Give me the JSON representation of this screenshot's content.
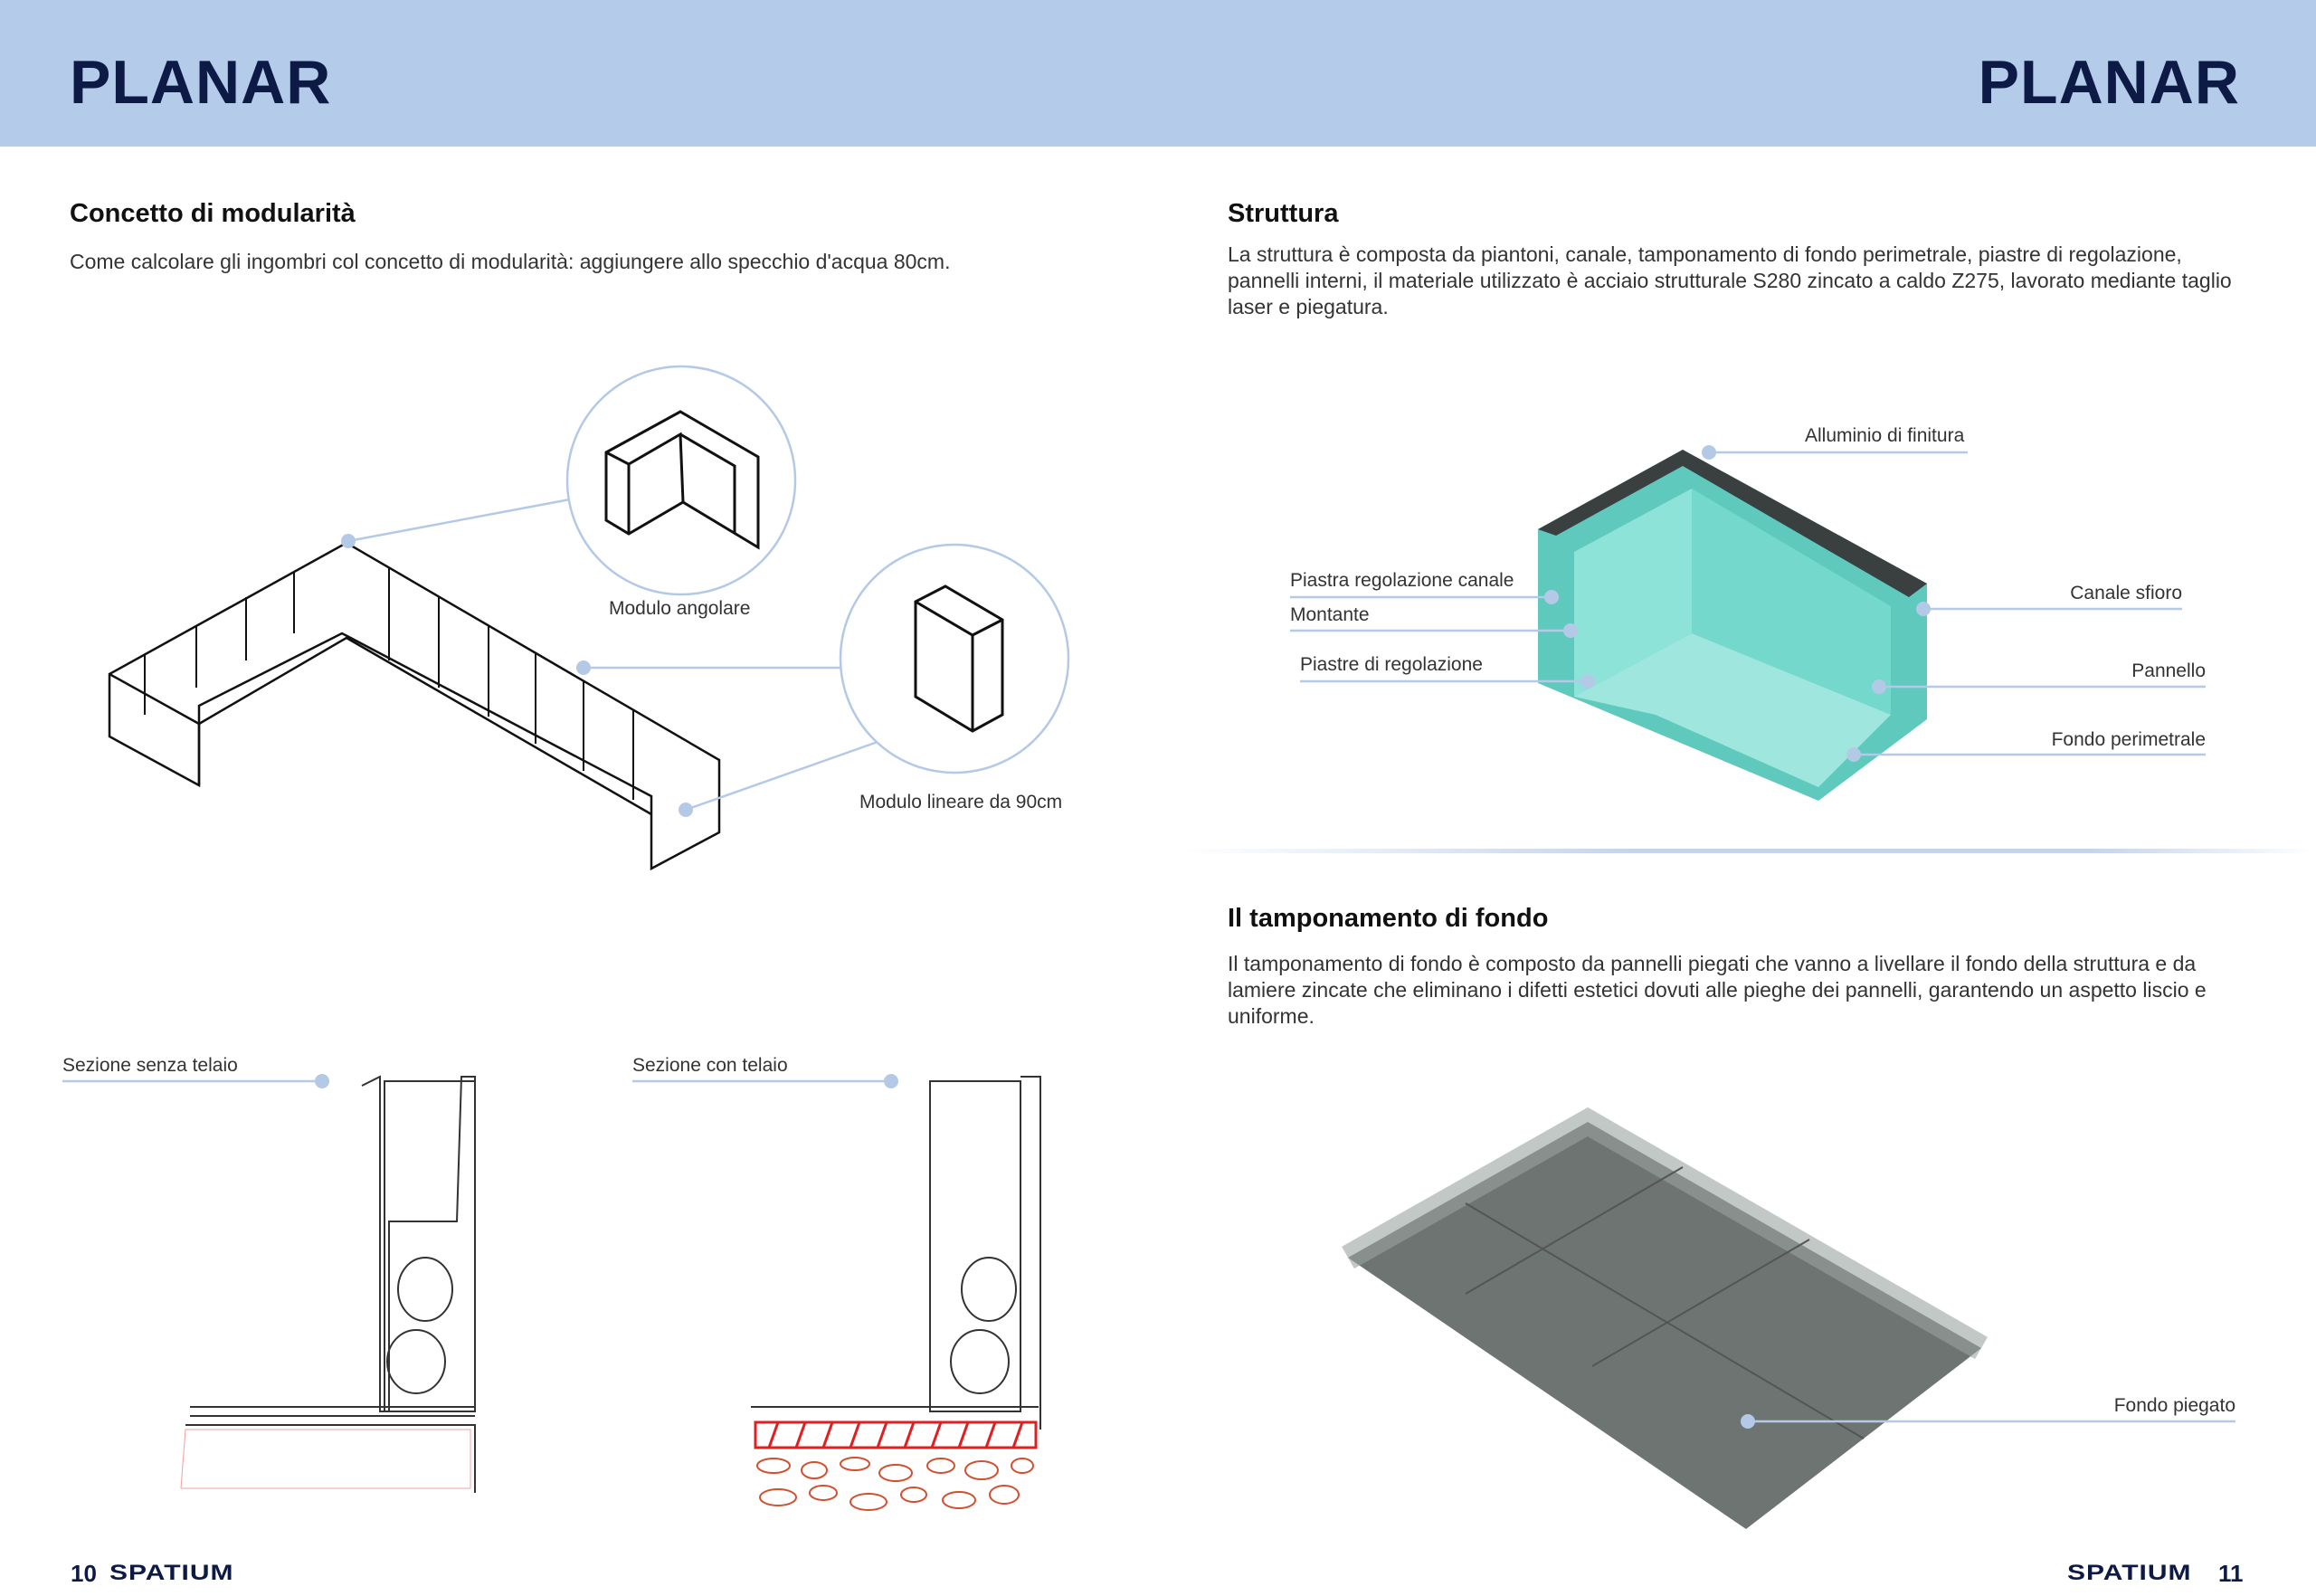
{
  "header": {
    "brand_left": "PLANAR",
    "brand_right": "PLANAR",
    "color": "#b4cbea"
  },
  "left": {
    "title": "Concetto di modularità",
    "text": "Come calcolare gli ingombri col concetto di modularità: aggiungere allo specchio d'acqua 80cm.",
    "labels": {
      "corner": "Modulo angolare",
      "linear": "Modulo lineare da 90cm",
      "section_no_frame": "Sezione senza telaio",
      "section_frame": "Sezione con telaio"
    },
    "page_number": "10",
    "logo": "SPATIUM"
  },
  "right": {
    "structure": {
      "title": "Struttura",
      "lines": [
        "La struttura è composta da piantoni, canale, tamponamento di fondo perimetrale, piastre di regolazione,",
        "pannelli interni, il materiale utilizzato è acciaio strutturale S280 zincato a caldo Z275, lavorato mediante taglio",
        "laser e piegatura."
      ]
    },
    "callouts": {
      "alluminio": "Alluminio di finitura",
      "piastra_canale": "Piastra regolazione canale",
      "montante": "Montante",
      "piastre": "Piastre di regolazione",
      "canale": "Canale sfioro",
      "pannello": "Pannello",
      "fondo_perimetrale": "Fondo perimetrale",
      "fondo_piegato": "Fondo piegato"
    },
    "bottom": {
      "title": "Il tamponamento di fondo",
      "lines": [
        "Il tamponamento di fondo è composto da pannelli piegati che vanno a livellare il fondo della struttura e da",
        "lamiere zincate che eliminano i difetti estetici dovuti alle pieghe dei pannelli, garantendo un aspetto liscio e",
        "uniforme."
      ]
    },
    "page_number": "11",
    "logo": "SPATIUM"
  }
}
